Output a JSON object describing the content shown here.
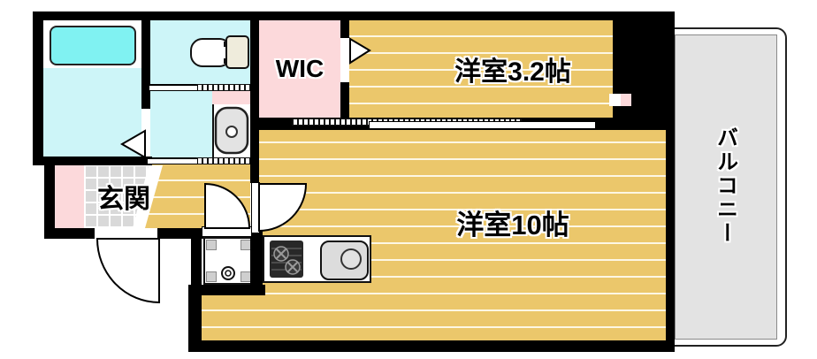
{
  "floorplan": {
    "rooms": {
      "entrance": {
        "label": "玄関"
      },
      "wic": {
        "label": "WIC"
      },
      "western_room_small": {
        "label": "洋室3.2帖"
      },
      "western_room_large": {
        "label": "洋室10帖"
      },
      "balcony": {
        "label": "バルコニー"
      }
    },
    "colors": {
      "wall": "#000000",
      "wood_floor": "#ebc76b",
      "wet_area_floor": "#cdf5f8",
      "bathtub": "#80f2f2",
      "accent_pink": "#fcd9db",
      "balcony_gray": "#e3e3e3",
      "tile_gray": "#d9d9d9"
    },
    "fixtures": [
      "bathtub-icon",
      "toilet-icon",
      "washbasin-icon",
      "washing-machine-pan-icon",
      "gas-stove-icon",
      "kitchen-sink-icon",
      "entrance-door-arc",
      "hinged-door-arc",
      "sliding-door-track",
      "folding-door-triangle"
    ]
  }
}
